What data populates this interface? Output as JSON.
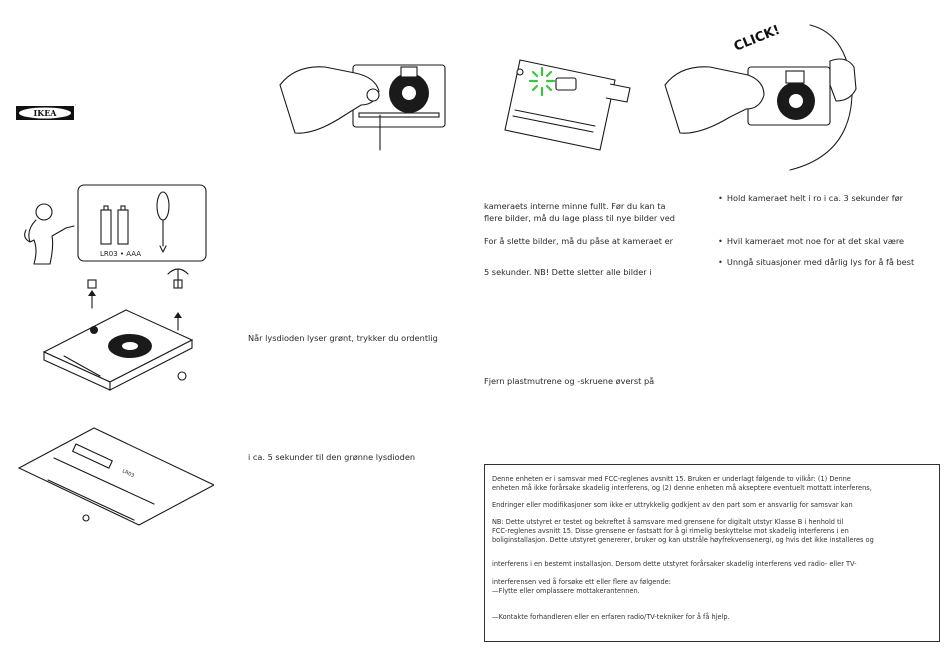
{
  "logo": {
    "text": "IKEA",
    "mark": "®"
  },
  "battery_box": {
    "label": "LR03 • AAA"
  },
  "camera_label": "LR03",
  "illustration_text": {
    "click": "CLICK!"
  },
  "mid_column": {
    "line1": "Når lysdioden lyser grønt, trykker du ordentlig",
    "line2": "i ca. 5 sekunder til den grønne lysdioden"
  },
  "center_column": {
    "line1": "kameraets interne minne fullt. Før du kan ta",
    "line2": "flere bilder, må du lage plass til nye bilder ved",
    "line3": "For å slette bilder, må du påse at kameraet er",
    "line4": "5 sekunder. NB! Dette sletter alle bilder i",
    "line5": "Fjern plastmutrene og -skruene øverst på"
  },
  "right_column": {
    "bullets": [
      "Hold kameraet helt i ro i ca. 3 sekunder før",
      "Hvil kameraet mot noe for at det skal være",
      "Unngå situasjoner med dårlig lys for å få best"
    ]
  },
  "fcc_notice": {
    "p1a": "Denne enheten er i samsvar med FCC-reglenes avsnitt 15. Bruken er underlagt følgende to vilkår: (1) Denne",
    "p1b": "enheten må ikke forårsake skadelig interferens, og (2) denne enheten må akseptere eventuelt mottatt interferens,",
    "p2": "Endringer eller modifikasjoner som ikke er uttrykkelig godkjent av den part som er ansvarlig for samsvar kan",
    "p3a": "NB: Dette utstyret er testet og bekreftet å samsvare med grensene for digitalt utstyr Klasse B i henhold til",
    "p3b": "FCC-reglenes avsnitt 15. Disse grensene er fastsatt for å gi rimelig beskyttelse mot skadelig interferens i en",
    "p3c": "boliginstallasjon. Dette utstyret genererer, bruker og kan utstråle høyfrekvensenergi, og hvis det ikke installeres og",
    "p4": "interferens i en bestemt installasjon. Dersom dette utstyret forårsaker skadelig interferens ved radio- eller TV-",
    "p5a": "interferensen ved å forsøke ett eller flere av følgende:",
    "p5b": "—Flytte eller omplassere mottakerantennen.",
    "p6": "—Kontakte forhandleren eller en erfaren radio/TV-tekniker for å få hjelp."
  },
  "colors": {
    "ink": "#1a1a1a",
    "led_green": "#3cc43c"
  }
}
